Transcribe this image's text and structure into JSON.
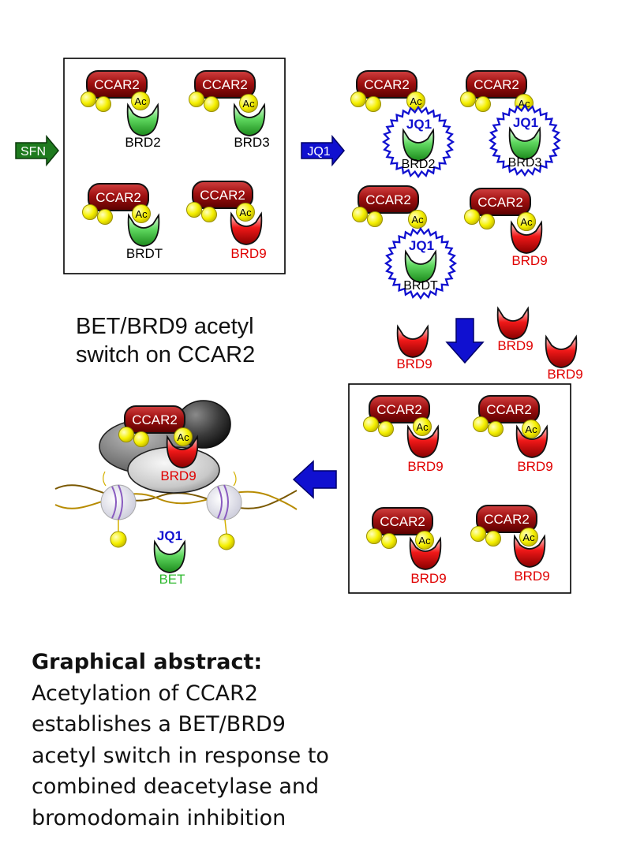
{
  "arrows": {
    "sfn": "SFN",
    "jq1": "JQ1"
  },
  "protein": {
    "ccar2": "CCAR2",
    "ac": "Ac",
    "brd2": "BRD2",
    "brd3": "BRD3",
    "brdt": "BRDT",
    "brd9": "BRD9",
    "bet": "BET",
    "jq1": "JQ1"
  },
  "title": {
    "line1": "BET/BRD9 acetyl",
    "line2": "switch on CCAR2"
  },
  "caption": {
    "heading": "Graphical abstract:",
    "line1": "Acetylation of CCAR2",
    "line2": "establishes a BET/BRD9",
    "line3": "acetyl switch in response to",
    "line4": "combined deacetylase and",
    "line5": "bromodomain inhibition"
  },
  "colors": {
    "ccar2_fill": "#a01010",
    "acetyl_ball": "#f5f000",
    "bet_green": "#2db82d",
    "brd9_red": "#e00000",
    "jq1_blue": "#1010d0",
    "sfn_arrow": "#1e7a1e",
    "jq1_arrow": "#1010d0",
    "caption_text": "#111111"
  }
}
